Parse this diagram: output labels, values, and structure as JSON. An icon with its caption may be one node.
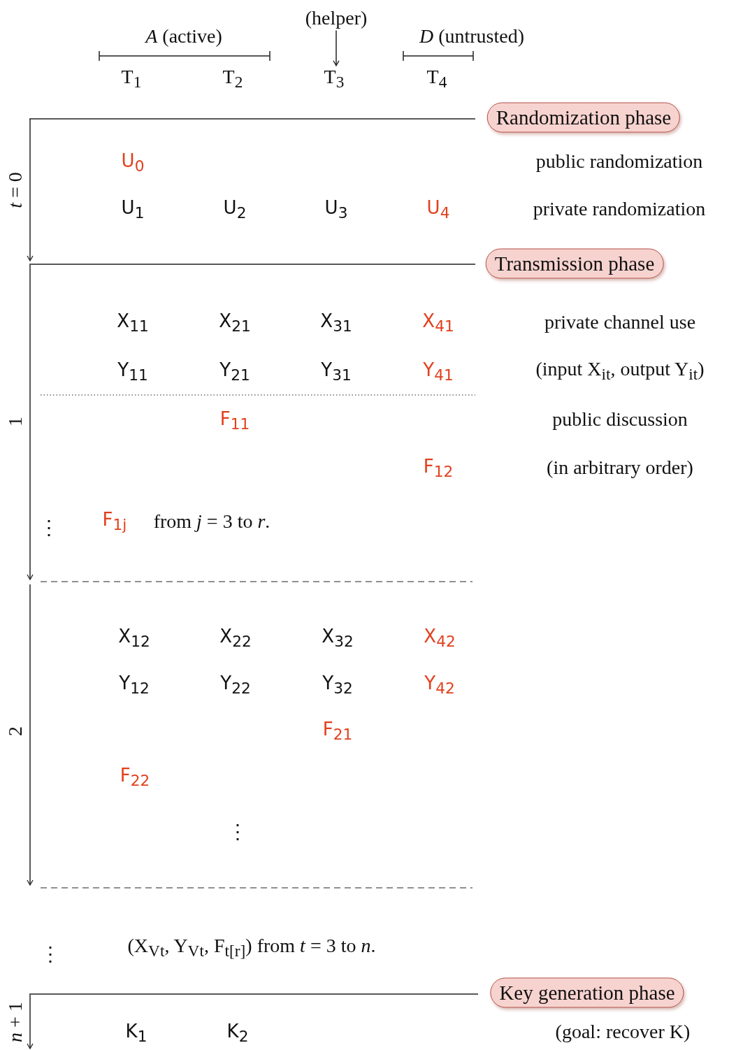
{
  "diagram": {
    "nodes": [
      {
        "text": [
          "(helper)"
        ]
      },
      {
        "text": [
          "T$_{3}$"
        ]
      },
      {
        "text": [
          "Randomization phase"
        ]
      },
      {
        "text": [
          "Transmission phase"
        ]
      },
      {
        "text": [
          "Key generation phase"
        ]
      }
    ],
    "edges": [
      {
        "from": 0,
        "to": 1,
        "arrow": "to"
      }
    ],
    "labels": [
      "*A* (active)",
      "*D* (untrusted)",
      "T$_{1}$",
      "T$_{2}$",
      "T$_{4}$",
      "*t* = 0",
      "U$_{0}$",
      "public randomization",
      "U$_{1}$",
      "U$_{2}$",
      "U$_{3}$",
      "U$_{4}$",
      "private randomization",
      "1",
      "X$_{11}$",
      "X$_{21}$",
      "X$_{31}$",
      "X$_{41}$",
      "private channel use",
      "Y$_{11}$",
      "Y$_{21}$",
      "Y$_{31}$",
      "Y$_{41}$",
      "(input X$_{it}$, output Y$_{it}$)",
      "F$_{11}$",
      "public discussion",
      "F$_{12}$",
      "(in arbitrary order)",
      "⋮",
      "F$_{1j}$",
      "from *j* = 3 to *r*.",
      "2",
      "X$_{12}$",
      "X$_{22}$",
      "X$_{32}$",
      "X$_{42}$",
      "Y$_{12}$",
      "Y$_{22}$",
      "Y$_{32}$",
      "Y$_{42}$",
      "F$_{21}$",
      "F$_{22}$",
      "⋮",
      "⋮",
      "(X$_{Vt}$, Y$_{Vt}$, F$_{t[r]}$) from *t* = 3 to *n*.",
      "*n* + 1",
      "K$_{1}$",
      "K$_{2}$",
      "(goal: recover K)"
    ]
  }
}
